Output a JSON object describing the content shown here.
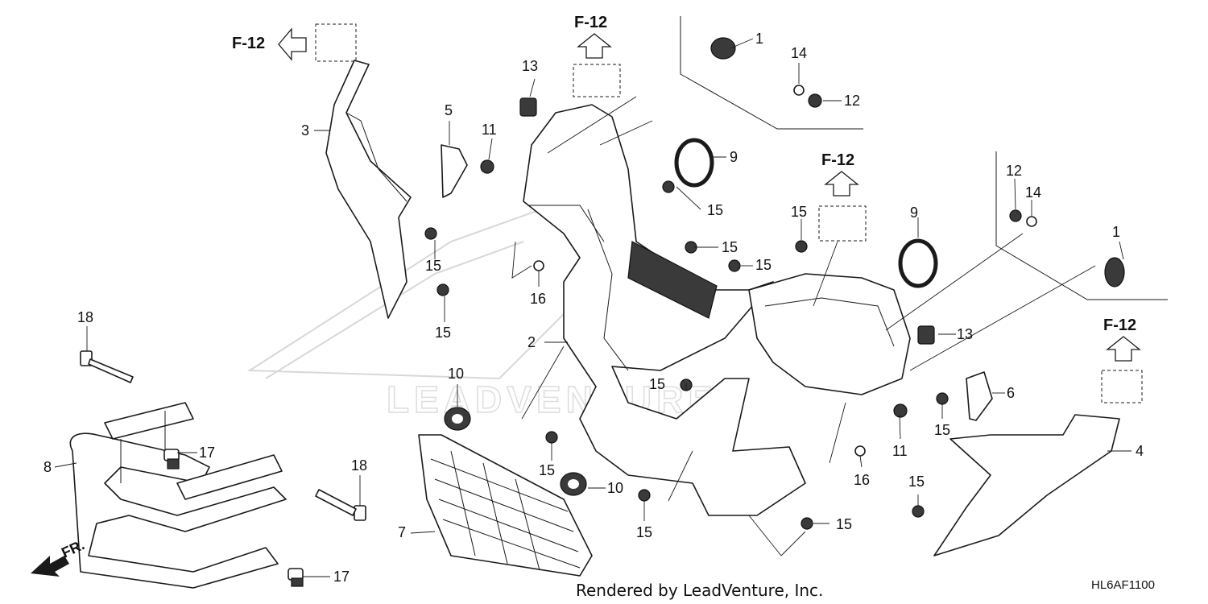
{
  "callouts": {
    "c1a": "1",
    "c1b": "1",
    "c2": "2",
    "c3": "3",
    "c4": "4",
    "c5": "5",
    "c6": "6",
    "c7": "7",
    "c8": "8",
    "c9a": "9",
    "c9b": "9",
    "c10a": "10",
    "c10b": "10",
    "c11a": "11",
    "c11b": "11",
    "c12a": "12",
    "c12b": "12",
    "c13a": "13",
    "c13b": "13",
    "c14a": "14",
    "c14b": "14",
    "c15a": "15",
    "c15b": "15",
    "c15c": "15",
    "c15d": "15",
    "c15e": "15",
    "c15f": "15",
    "c15g": "15",
    "c15h": "15",
    "c15i": "15",
    "c15j": "15",
    "c15k": "15",
    "c16a": "16",
    "c16b": "16",
    "c17a": "17",
    "c17b": "17",
    "c18a": "18",
    "c18b": "18"
  },
  "frame_refs": {
    "f1": "F-12",
    "f2": "F-12",
    "f3": "F-12",
    "f4": "F-12"
  },
  "direction_label": "FR.",
  "footer": "Rendered by LeadVenture, Inc.",
  "diagram_code": "HL6AF1100",
  "watermark": "LEADVENTURE"
}
